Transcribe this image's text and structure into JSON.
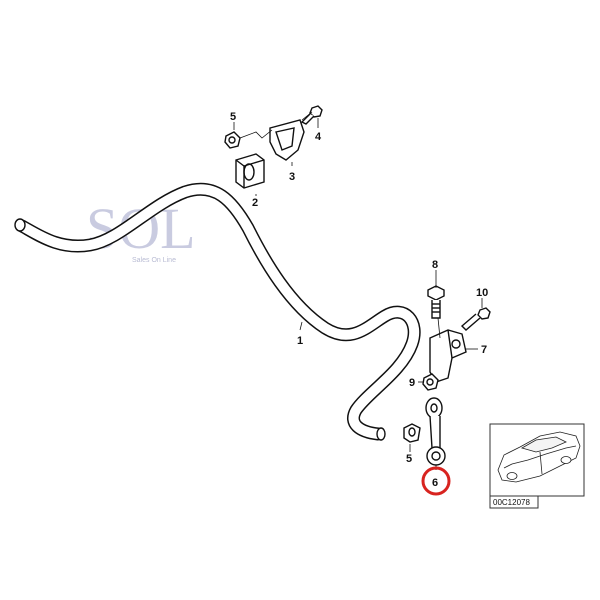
{
  "watermark": {
    "logo": "SOL",
    "tagline": "Sales On Line"
  },
  "callouts": {
    "c1": "1",
    "c2": "2",
    "c3": "3",
    "c4": "4",
    "c5_top": "5",
    "c5_bottom": "5",
    "c6": "6",
    "c7": "7",
    "c8": "8",
    "c9": "9",
    "c10": "10"
  },
  "highlighted_part": "6",
  "highlight_color": "#d8231f",
  "inset": {
    "code": "00C12078"
  }
}
